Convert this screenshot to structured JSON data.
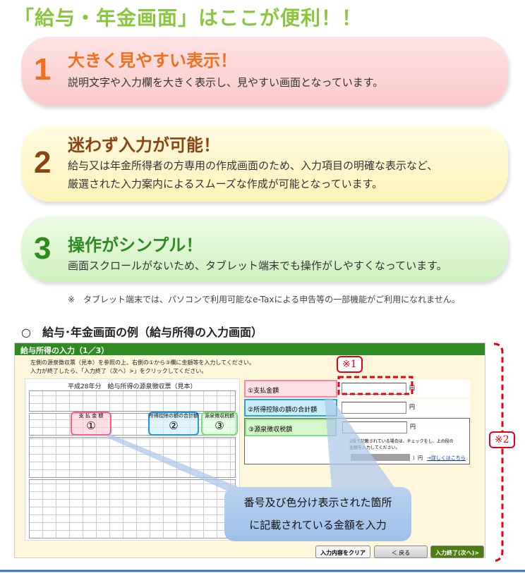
{
  "title": "「給与・年金画面」はここが便利！！",
  "cards": [
    {
      "num": "1",
      "head": "大きく見やすい表示！",
      "desc": [
        "説明文字や入力欄を大きく表示し、見やすい画面となっています。"
      ],
      "color": "#f07020"
    },
    {
      "num": "2",
      "head": "迷わず入力が可能！",
      "desc": [
        "給与又は年金所得者の方専用の作成画面のため、入力項目の明確な表示など、",
        "厳選された入力案内によるスムーズな作成が可能となっています。"
      ],
      "color": "#8b4513"
    },
    {
      "num": "3",
      "head": "操作がシンプル！",
      "desc": [
        "画面スクロールがないため、タブレット端末でも操作がしやすくなっています。"
      ],
      "color": "#2e8b22"
    }
  ],
  "note": "※　タブレット端末では、パソコンで利用可能なe-Taxによる申告等の一部機能がご利用になれません。",
  "section": "○　給与･年金画面の例（給与所得の入力画面）",
  "app": {
    "bar": "給与所得の入力（1／3）",
    "instr": [
      "左側の源泉徴収票（見本）を参照の上、右側の①から③欄に金額等を入力してください。",
      "入力が終了したら、「入力終了（次へ）>」をクリックしてください。"
    ],
    "form_title": "平成28年分　給与所得の源泉徴収票（見本）",
    "form_labels": [
      "支 払 金 額",
      "所得控除の額の合計額",
      "源泉徴収税額"
    ],
    "marks": [
      "①",
      "②",
      "③"
    ],
    "fields": [
      {
        "label": "①支払金額",
        "value": "",
        "unit": "円"
      },
      {
        "label": "②所得控除の額の合計額",
        "value": "",
        "unit": "円"
      },
      {
        "label": "③源泉徴収税額",
        "value": "",
        "unit": "円"
      }
    ],
    "note2": [
      "2段で記載されている場合は、チェックをし、上の段の",
      "金額を入力してください。"
    ],
    "unit2": "）円",
    "link": "→詳しくはこちら",
    "bubble": [
      "番号及び色分け表示された箇所",
      "に記載されている金額を入力"
    ],
    "buttons": {
      "clear": "入力内容をクリア",
      "back": "＜ 戻る",
      "next": "入力終了(次へ)>"
    }
  },
  "callouts": [
    "※1",
    "※2"
  ]
}
